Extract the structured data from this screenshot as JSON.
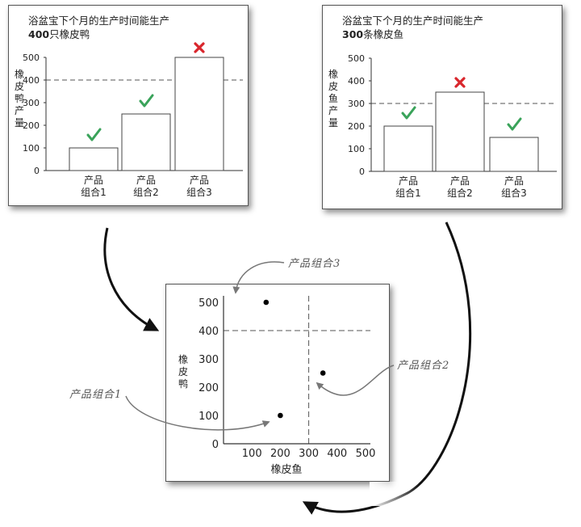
{
  "colors": {
    "check": "#3aa35a",
    "cross": "#d9262c",
    "axis": "#333333",
    "dash": "#555555"
  },
  "icons": {
    "check": "check-icon",
    "cross": "cross-icon"
  },
  "chart_data": [
    {
      "type": "bar",
      "title_line1": "浴盆宝下个月的生产时间能生产",
      "title_bold": "400",
      "title_rest": "只橡皮鸭",
      "ylabel": "橡皮鸭产量",
      "categories": [
        [
          "产品",
          "组合1"
        ],
        [
          "产品",
          "组合2"
        ],
        [
          "产品",
          "组合3"
        ]
      ],
      "values": [
        100,
        250,
        500
      ],
      "marks": [
        "check",
        "check",
        "cross"
      ],
      "ylim": [
        0,
        500
      ],
      "yticks": [
        0,
        100,
        200,
        300,
        400,
        500
      ],
      "threshold": 400
    },
    {
      "type": "bar",
      "title_line1": "浴盆宝下个月的生产时间能生产",
      "title_bold": "300",
      "title_rest": "条橡皮鱼",
      "ylabel": "橡皮鱼产量",
      "categories": [
        [
          "产品",
          "组合1"
        ],
        [
          "产品",
          "组合2"
        ],
        [
          "产品",
          "组合3"
        ]
      ],
      "values": [
        200,
        350,
        150
      ],
      "marks": [
        "check",
        "cross",
        "check"
      ],
      "ylim": [
        0,
        500
      ],
      "yticks": [
        0,
        100,
        200,
        300,
        400,
        500
      ],
      "threshold": 300
    },
    {
      "type": "scatter",
      "xlabel": "橡皮鱼",
      "ylabel": "橡皮鸭",
      "xlim": [
        0,
        500
      ],
      "ylim": [
        0,
        500
      ],
      "xticks": [
        100,
        200,
        300,
        400,
        500
      ],
      "yticks": [
        0,
        100,
        200,
        300,
        400,
        500
      ],
      "x_threshold": 300,
      "y_threshold": 400,
      "points": [
        {
          "name": "产品组合1",
          "x": 200,
          "y": 100
        },
        {
          "name": "产品组合2",
          "x": 350,
          "y": 250
        },
        {
          "name": "产品组合3",
          "x": 150,
          "y": 500
        }
      ]
    }
  ],
  "callouts": {
    "combo1": "产品组合1",
    "combo2": "产品组合2",
    "combo3": "产品组合3"
  }
}
